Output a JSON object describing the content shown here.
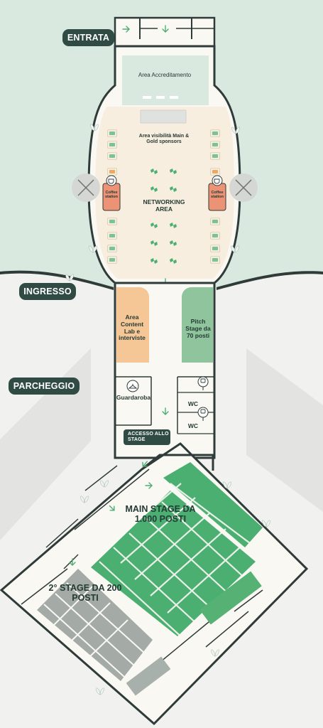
{
  "labels": {
    "entrata": "ENTRATA",
    "ingresso": "INGRESSO",
    "parcheggio": "PARCHEGGIO",
    "area_accreditamento": "Area Accreditamento",
    "area_sponsors": "Area visibilità Main & Gold sponsors",
    "networking": "NETWORKING AREA",
    "coffee_left": "Coffee station",
    "coffee_right": "Coffee station",
    "content_lab": "Area Content Lab e interviste",
    "pitch_stage": "Pitch Stage da 70 posti",
    "guardaroba": "Guardaroba",
    "wc_1": "WC",
    "wc_2": "WC",
    "accesso_stage": "ACCESSO ALLO STAGE",
    "main_stage": "MAIN STAGE DA 1.000 POSTI",
    "second_stage": "2° STAGE DA 200 POSTI"
  },
  "icons": [
    "arrow-right-icon",
    "arrow-down-icon",
    "coffee-cup-icon",
    "toilet-icon",
    "hanger-icon",
    "plant-icon",
    "column-x-icon"
  ],
  "colors": {
    "background": "#f1f1ef",
    "outdoor_green": "#d9e9df",
    "floor": "#faf8f3",
    "wall": "#2f3b38",
    "pill": "#2f4b44",
    "networking": "#f8eedf",
    "content_lab": "#f6c796",
    "pitch_stage": "#8fc49c",
    "coffee": "#ec9275",
    "seat_main": "#4caf72",
    "seat_second": "#a4aaa6",
    "stage_main": "#55b274",
    "stage_second": "#a8b0ab",
    "parking": "#e3e4e2"
  }
}
